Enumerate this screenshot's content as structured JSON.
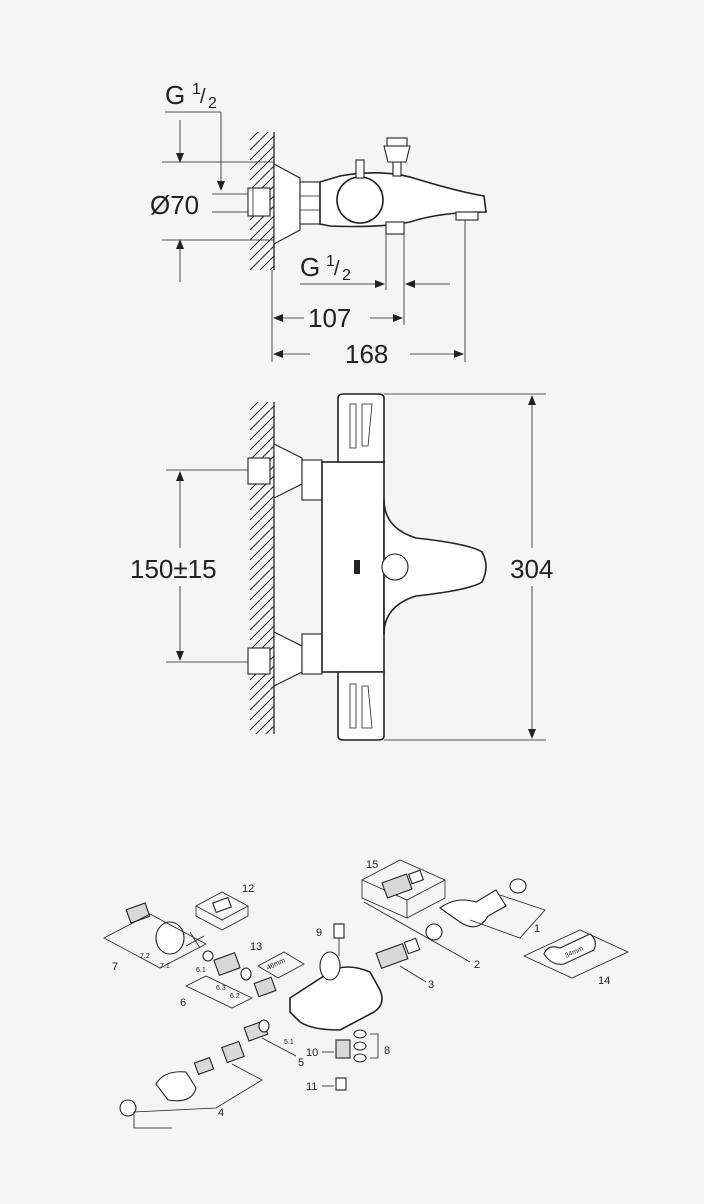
{
  "top_view": {
    "thread_top": {
      "base": "G",
      "num": "1",
      "den": "2"
    },
    "diameter": "Ø70",
    "thread_outlet": {
      "base": "G",
      "num": "1",
      "den": "2"
    },
    "dim_107": "107",
    "dim_168": "168"
  },
  "front_view": {
    "dim_centers": "150±15",
    "dim_height": "304"
  },
  "exploded": {
    "labels": {
      "p1": "1",
      "p2": "2",
      "p3": "3",
      "p4": "4",
      "p5": "5",
      "p5_1": "5.1",
      "p6": "6",
      "p6_1": "6.1",
      "p6_2": "6.2",
      "p6_3": "6.3",
      "p7": "7",
      "p7_1": "7.1",
      "p7_2": "7.2",
      "p8": "8",
      "p9": "9",
      "p10": "10",
      "p11": "11",
      "p12": "12",
      "p13": "13",
      "p14": "14",
      "p15": "15"
    },
    "tool_13": "46mm",
    "tool_14": "34mm"
  },
  "colors": {
    "line": "#222222",
    "background": "#f5f5f5",
    "fill": "#ffffff"
  }
}
